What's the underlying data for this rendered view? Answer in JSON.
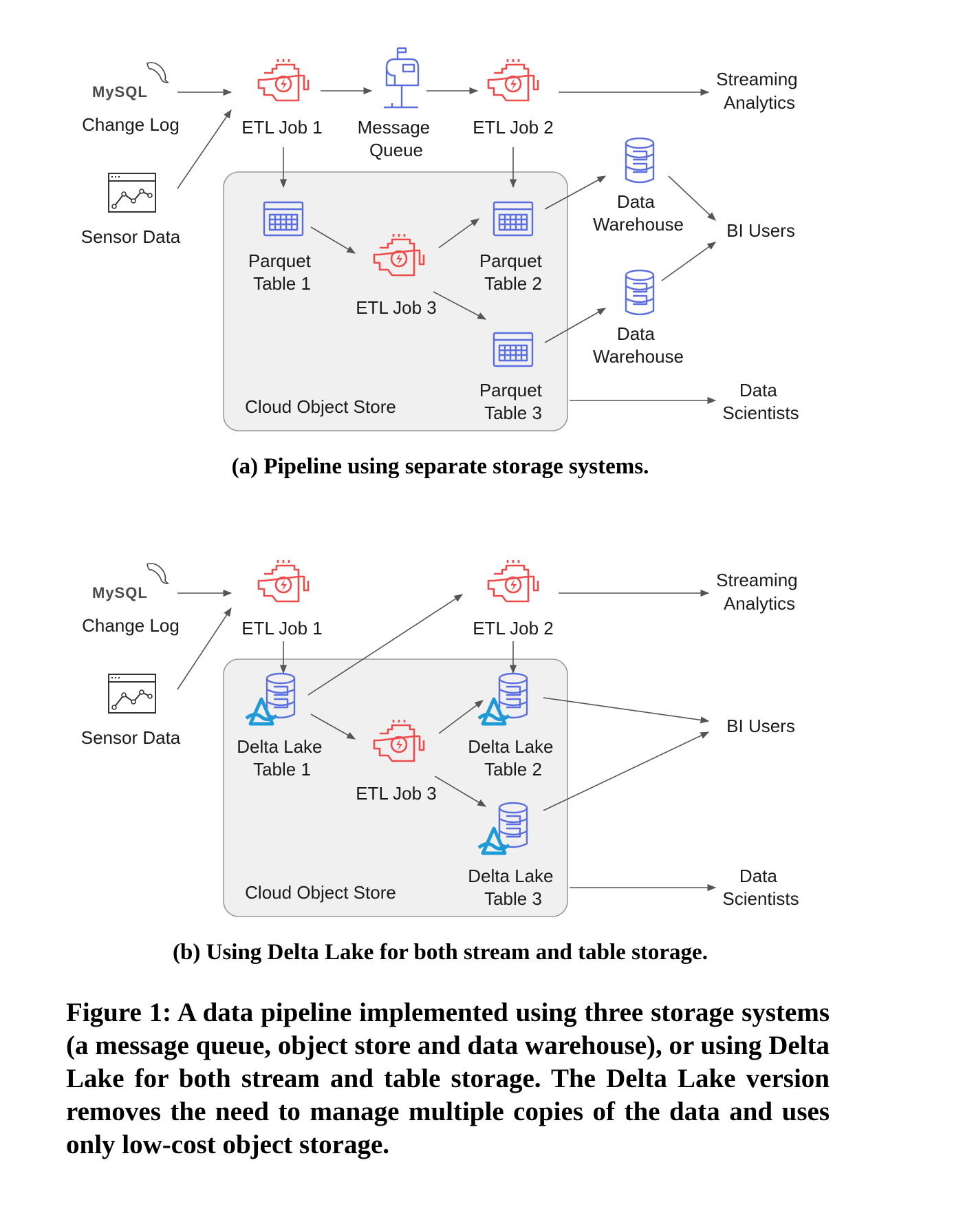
{
  "panel_a": {
    "mysql_wordmark": "MySQL",
    "change_log": "Change Log",
    "sensor_data": "Sensor Data",
    "etl_job_1": "ETL Job 1",
    "message_queue": [
      "Message",
      "Queue"
    ],
    "etl_job_2": "ETL Job 2",
    "streaming_analytics": [
      "Streaming",
      "Analytics"
    ],
    "parquet_table_1": [
      "Parquet",
      "Table 1"
    ],
    "etl_job_3": "ETL Job 3",
    "parquet_table_2": [
      "Parquet",
      "Table 2"
    ],
    "parquet_table_3": [
      "Parquet",
      "Table 3"
    ],
    "data_warehouse_1": [
      "Data",
      "Warehouse"
    ],
    "data_warehouse_2": [
      "Data",
      "Warehouse"
    ],
    "bi_users": "BI Users",
    "data_scientists": [
      "Data",
      "Scientists"
    ],
    "cloud_object_store": "Cloud Object Store",
    "caption": "(a) Pipeline using separate storage systems."
  },
  "panel_b": {
    "mysql_wordmark": "MySQL",
    "change_log": "Change Log",
    "sensor_data": "Sensor Data",
    "etl_job_1": "ETL Job 1",
    "etl_job_2": "ETL Job 2",
    "streaming_analytics": [
      "Streaming",
      "Analytics"
    ],
    "delta_table_1": [
      "Delta Lake",
      "Table 1"
    ],
    "etl_job_3": "ETL Job 3",
    "delta_table_2": [
      "Delta Lake",
      "Table 2"
    ],
    "delta_table_3": [
      "Delta Lake",
      "Table 3"
    ],
    "bi_users": "BI Users",
    "data_scientists": [
      "Data",
      "Scientists"
    ],
    "cloud_object_store": "Cloud Object Store",
    "caption": "(b) Using Delta Lake for both stream and table storage."
  },
  "figure_caption": "Figure 1: A data pipeline implemented using three storage systems (a message queue, object store and data warehouse), or using Delta Lake for both stream and table storage. The Delta Lake version removes the need to manage multiple copies of the data and uses only low-cost object storage.",
  "colors": {
    "etl": "#ee4a4a",
    "storage": "#5b6ee0",
    "delta": "#1e9bd7",
    "store_bg": "#f0f0f0"
  }
}
